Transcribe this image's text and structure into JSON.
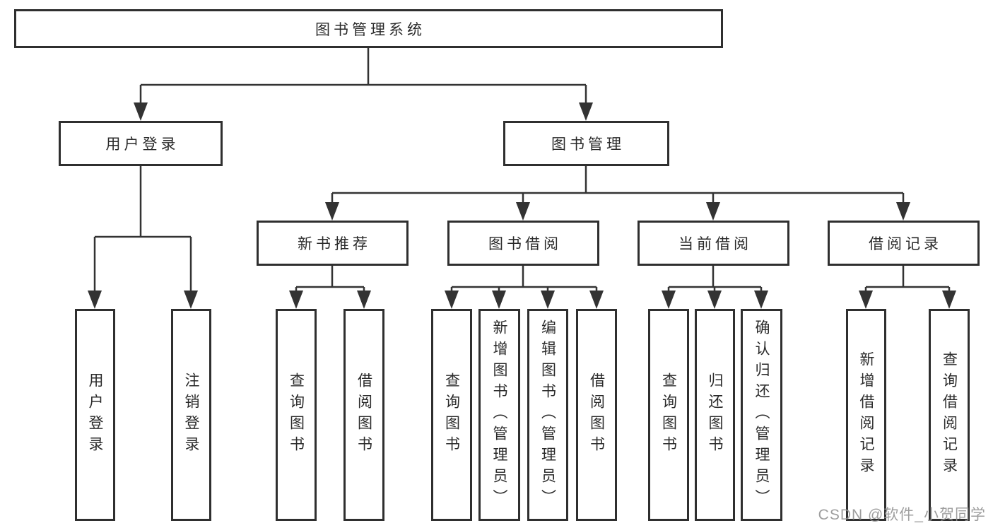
{
  "diagram": {
    "root": {
      "label": "图书管理系统"
    },
    "level2": {
      "user_login": "用户登录",
      "book_management": "图书管理"
    },
    "level3": {
      "new_book_recommend": "新书推荐",
      "book_borrow": "图书借阅",
      "current_borrow": "当前借阅",
      "borrow_records": "借阅记录"
    },
    "leaves": {
      "user_login": [
        "用户登录",
        "注销登录"
      ],
      "new_book_recommend": [
        "查询图书",
        "借阅图书"
      ],
      "book_borrow": [
        "查询图书",
        "新增图书（管理员）",
        "编辑图书（管理员）",
        "借阅图书"
      ],
      "current_borrow": [
        "查询图书",
        "归还图书",
        "确认归还（管理员）"
      ],
      "borrow_records": [
        "新增借阅记录",
        "查询借阅记录"
      ]
    },
    "colors": {
      "line": "#333333",
      "border": "#2f2f2f",
      "text": "#2a2a2a",
      "watermark": "#949494",
      "background": "#ffffff"
    },
    "watermark": "CSDN @软件_小贺同学"
  }
}
